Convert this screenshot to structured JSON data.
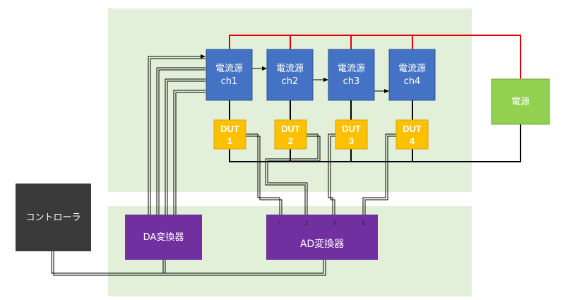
{
  "colors": {
    "panel": "#e2efd9",
    "current_source": "#4472c4",
    "dut": "#ffc000",
    "power": "#92d050",
    "controller": "#3a3a3a",
    "converter": "#7030a0",
    "red_line": "#e00000",
    "black_line": "#000000"
  },
  "current_sources": [
    {
      "line1": "電流源",
      "line2": "ch1"
    },
    {
      "line1": "電流源",
      "line2": "ch2"
    },
    {
      "line1": "電流源",
      "line2": "ch3"
    },
    {
      "line1": "電流源",
      "line2": "ch4"
    }
  ],
  "duts": [
    {
      "line1": "DUT",
      "line2": "1"
    },
    {
      "line1": "DUT",
      "line2": "2"
    },
    {
      "line1": "DUT",
      "line2": "3"
    },
    {
      "line1": "DUT",
      "line2": "4"
    }
  ],
  "power_supply": {
    "label": "電源"
  },
  "controller": {
    "label": "コントローラ"
  },
  "da_converter": {
    "label": "DA変換器"
  },
  "ad_converter": {
    "label": "AD変換器",
    "ports": [
      "1",
      "2",
      "3",
      "4"
    ]
  }
}
